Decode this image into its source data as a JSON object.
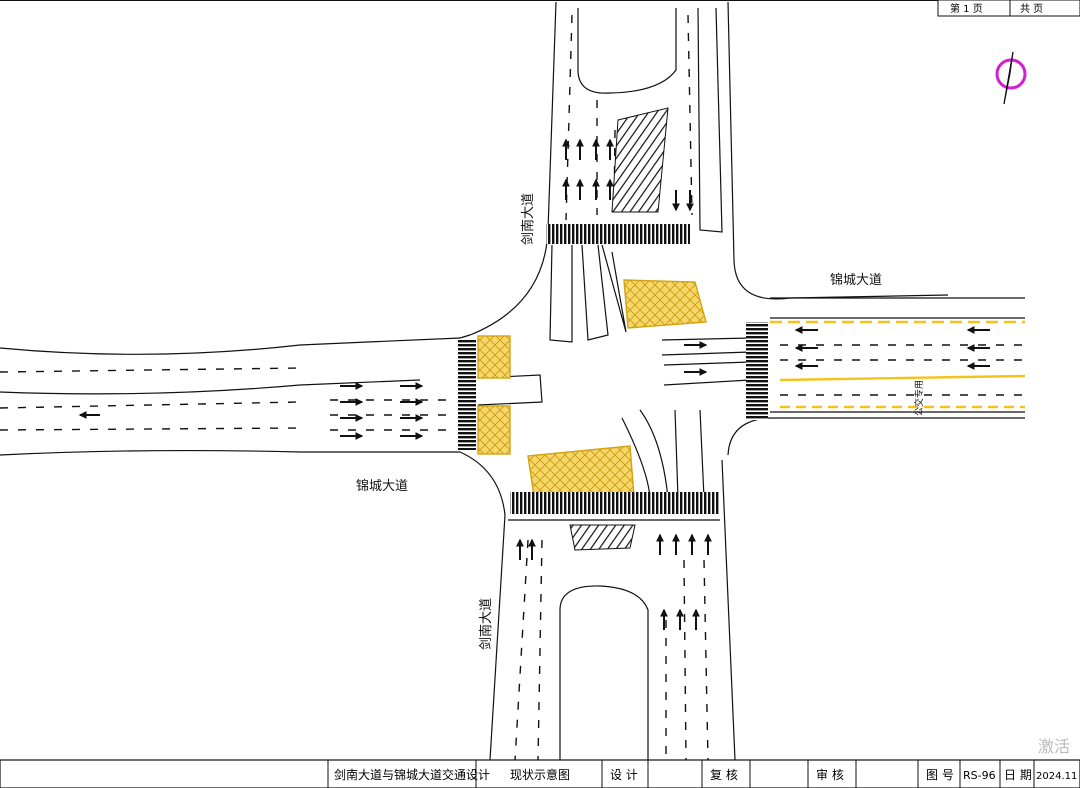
{
  "page_box": {
    "page_label": "第 1 页",
    "total_label": "共 页"
  },
  "roads": {
    "north_name": "剑南大道",
    "south_name": "剑南大道",
    "east_name": "锦城大道",
    "west_name": "锦城大道",
    "east_marking_text": "公交专用"
  },
  "title_block": {
    "project": "剑南大道与锦城大道交通设计",
    "drawing_name": "现状示意图",
    "design_label": "设 计",
    "review_label": "复 核",
    "approve_label": "审 核",
    "drawing_no_label": "图 号",
    "drawing_no": "RS-96",
    "date_label": "日 期",
    "date_value": "2024.11"
  },
  "watermark": "激活",
  "colors": {
    "line": "#111111",
    "yellow": "#f5c21b",
    "yellow_fill": "#f7d76a",
    "compass": "#d41ed4",
    "background": "#ffffff"
  },
  "icons": {
    "compass": "north-arrow-icon"
  }
}
